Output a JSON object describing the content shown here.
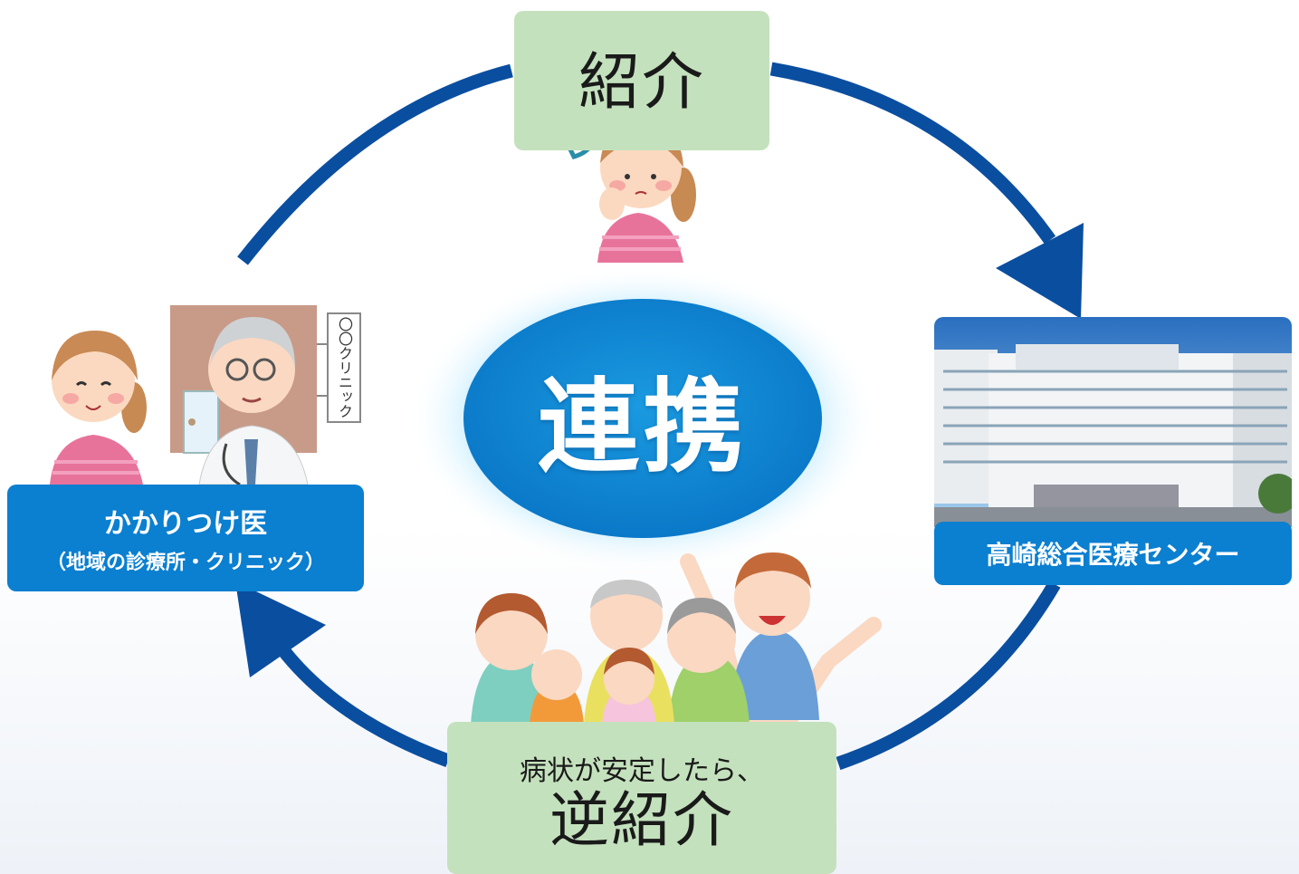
{
  "diagram": {
    "center_label": "連携",
    "referral": {
      "label": "紹介"
    },
    "reverse_referral": {
      "condition": "病状が安定したら、",
      "label": "逆紹介"
    },
    "gp": {
      "title": "かかりつけ医",
      "subtitle": "（地域の診療所・クリニック）",
      "sign": "〇〇クリニック"
    },
    "hospital": {
      "name": "高崎総合医療センター"
    }
  },
  "colors": {
    "arrow": "#0a4ea0",
    "label_blue": "#0b7fd0",
    "box_green": "#c4e1bd"
  }
}
